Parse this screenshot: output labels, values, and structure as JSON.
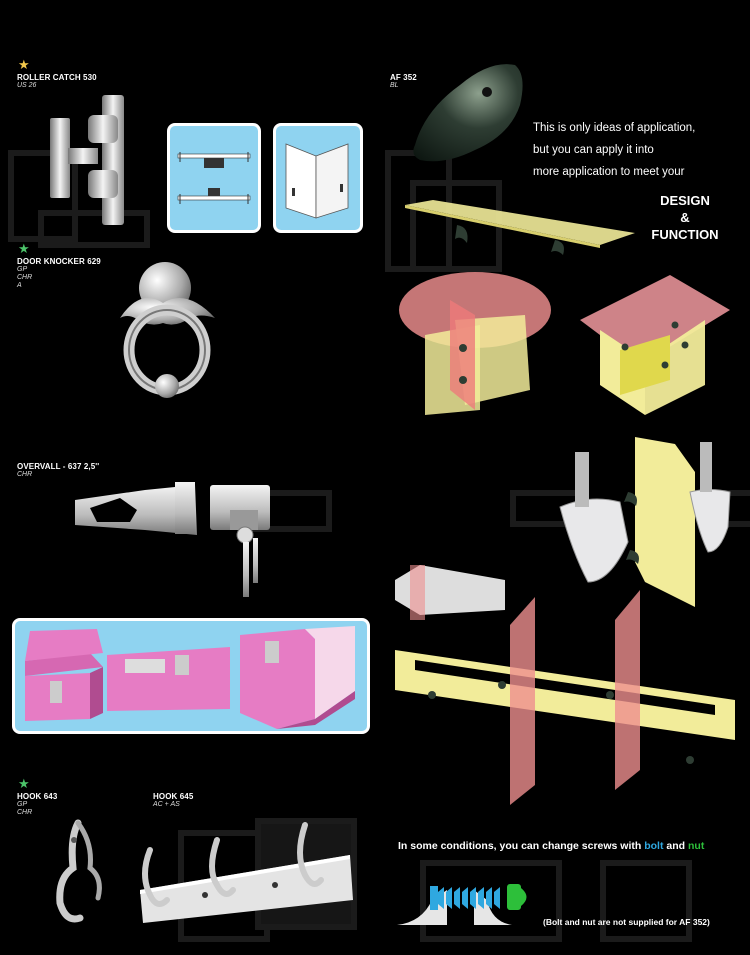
{
  "products": {
    "roller_catch": {
      "title": "ROLLER CATCH 530",
      "codes": [
        "US 26"
      ]
    },
    "door_knocker": {
      "title": "DOOR KNOCKER 629",
      "codes": [
        "GP",
        "CHR",
        "A"
      ]
    },
    "overvall": {
      "title": "OVERVALL - 637  2,5''",
      "codes": [
        "CHR"
      ]
    },
    "hook_643": {
      "title": "HOOK 643",
      "codes": [
        "GP",
        "CHR"
      ]
    },
    "hook_645": {
      "title": "HOOK 645",
      "codes": [
        "AC + AS"
      ]
    },
    "af_352": {
      "title": "AF 352",
      "codes": [
        "BL"
      ]
    }
  },
  "ideas": {
    "lines": [
      "This is only ideas of application,",
      "but you can apply it into",
      "more application to meet  your"
    ],
    "design": "DESIGN",
    "amp": "&",
    "function": "FUNCTION"
  },
  "bolt_note": {
    "prefix": "In some conditions, you can change screws with ",
    "bolt": "bolt",
    "and": " and ",
    "nut": "nut",
    "bolt_color": "#2fa8e0",
    "nut_color": "#2dbf3a",
    "footnote": "(Bolt and nut are not supplied for AF 352)"
  },
  "colors": {
    "star_gold": "#f2c84b",
    "star_green": "#4cc46a",
    "panel_blue": "#8fd3f0",
    "pink": "#e67cc4",
    "yellow_panel": "#f2ec9a",
    "red_panel": "#ee8f8f"
  }
}
